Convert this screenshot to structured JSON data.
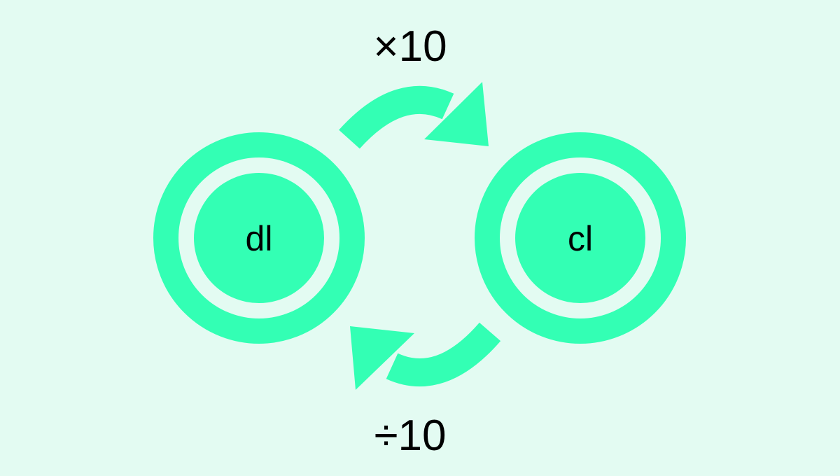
{
  "diagram": {
    "colors": {
      "background": "#e3fbf2",
      "accent": "#33ffb4",
      "text": "#000000"
    },
    "nodes": [
      {
        "label": "dl"
      },
      {
        "label": "cl"
      }
    ],
    "conversions": [
      {
        "direction": "dl-to-cl",
        "label": "×10"
      },
      {
        "direction": "cl-to-dl",
        "label": "÷10"
      }
    ]
  }
}
